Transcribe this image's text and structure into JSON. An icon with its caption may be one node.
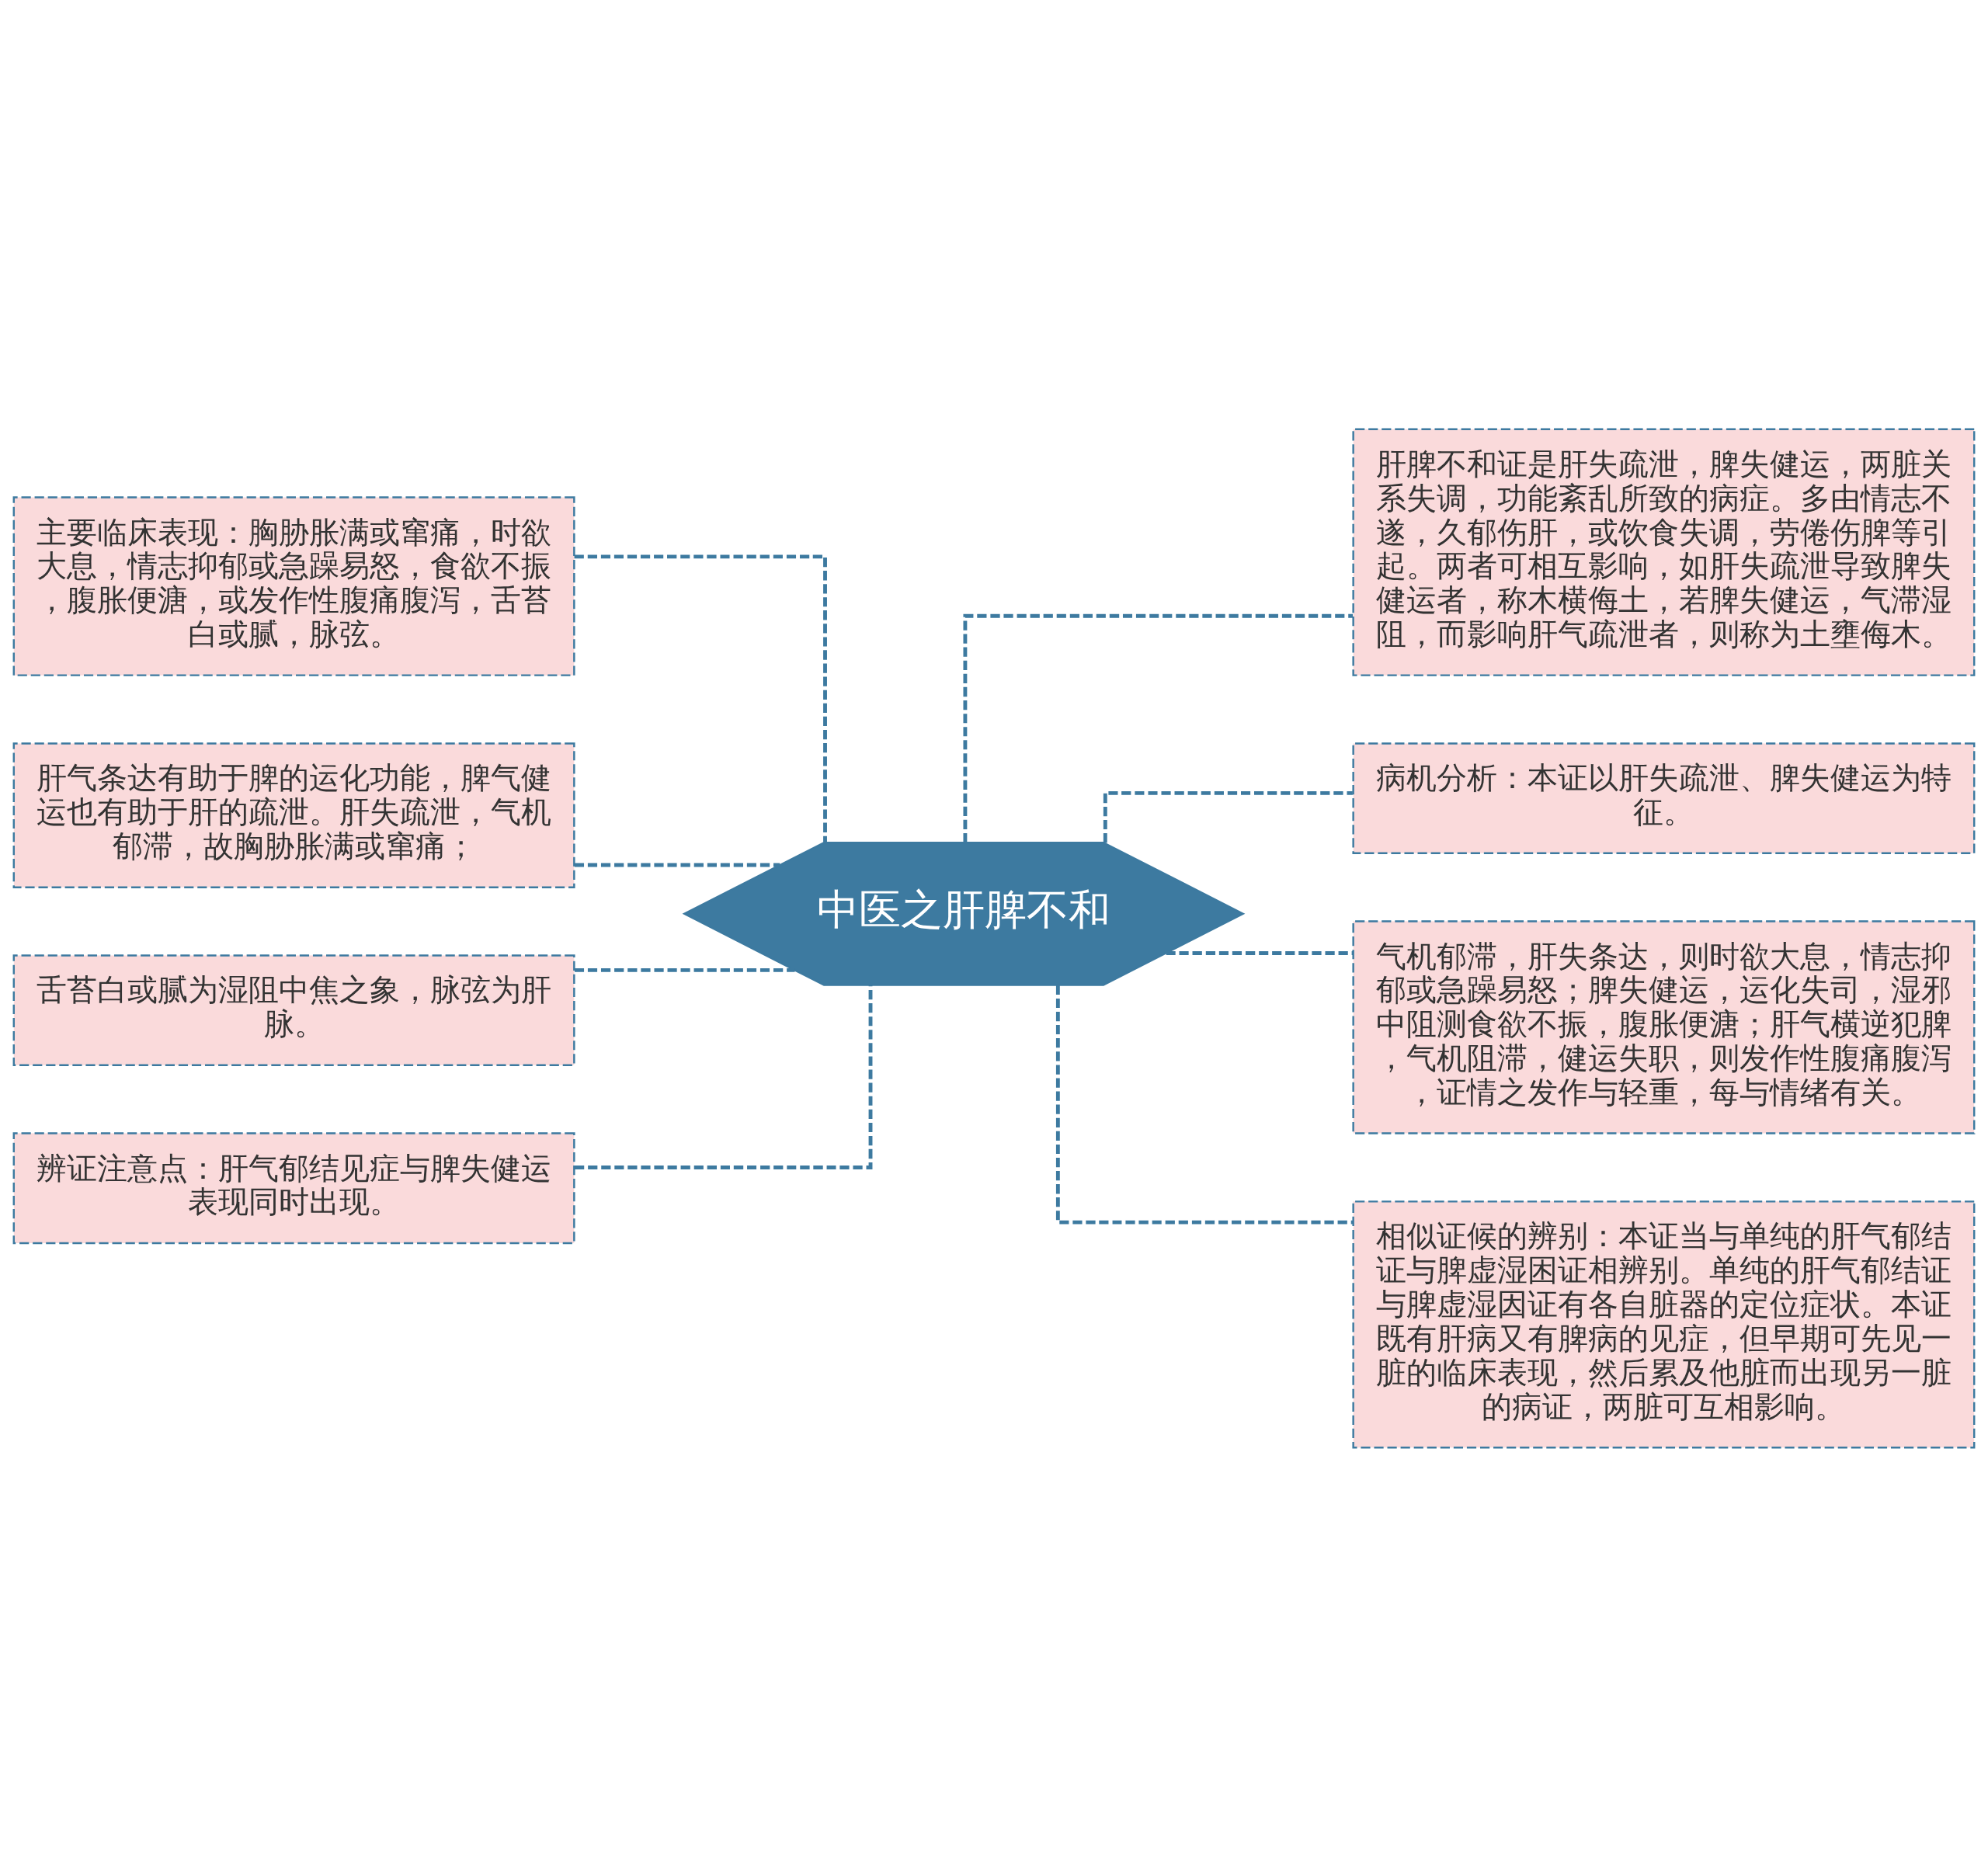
{
  "diagram": {
    "nodes": [
      {
        "text": [
          "中医之肝脾不和"
        ]
      },
      {
        "text": [
          "主要临床表现：胸胁胀满或窜痛，时欲大息，情志抑郁或急躁易怒，食欲不振，腹胀便溏，或发作性腹痛腹泻，舌苔白或腻，脉弦。"
        ]
      },
      {
        "text": [
          "肝气条达有助于脾的运化功能，脾气健运也有助于肝的疏泄。肝失疏泄，气机郁滞，故胸胁胀满或窜痛；"
        ]
      },
      {
        "text": [
          "舌苔白或腻为湿阻中焦之象，脉弦为肝脉。"
        ]
      },
      {
        "text": [
          "辨证注意点：肝气郁结见症与脾失健运表现同时出现。"
        ]
      },
      {
        "text": [
          "肝脾不和证是肝失疏泄，脾失健运，两脏关系失调，功能紊乱所致的病症。多由情志不遂，久郁伤肝，或饮食失调，劳倦伤脾等引起。两者可相互影响，如肝失疏泄导致脾失健运者，称木横侮土，若脾失健运，气滞湿阻，而影响肝气疏泄者，则称为土壅侮木。"
        ]
      },
      {
        "text": [
          "病机分析：本证以肝失疏泄、脾失健运为特征。"
        ]
      },
      {
        "text": [
          "气机郁滞，肝失条达，则时欲大息，情志抑郁或急躁易怒；脾失健运，运化失司，湿邪中阻测食欲不振，腹胀便溏；肝气横逆犯脾，气机阻滞，健运失职，则发作性腹痛腹泻，证情之发作与轻重，每与情绪有关。"
        ]
      },
      {
        "text": [
          "相似证候的辨别：本证当与单纯的肝气郁结证与脾虚湿困证相辨别。单纯的肝气郁结证与脾虚湿因证有各自脏器的定位症状。本证既有肝病又有脾病的见症，但早期可先见一脏的临床表现，然后累及他脏而出现另一脏的病证，两脏可互相影响。"
        ]
      }
    ],
    "edges": [
      {
        "from": 0,
        "to": 1,
        "arrow": "none",
        "style": "dashed"
      },
      {
        "from": 0,
        "to": 2,
        "arrow": "none",
        "style": "dashed"
      },
      {
        "from": 0,
        "to": 3,
        "arrow": "none",
        "style": "dashed"
      },
      {
        "from": 0,
        "to": 4,
        "arrow": "none",
        "style": "dashed"
      },
      {
        "from": 0,
        "to": 5,
        "arrow": "none",
        "style": "dashed"
      },
      {
        "from": 0,
        "to": 6,
        "arrow": "none",
        "style": "dashed"
      },
      {
        "from": 0,
        "to": 7,
        "arrow": "none",
        "style": "dashed"
      },
      {
        "from": 0,
        "to": 8,
        "arrow": "none",
        "style": "dashed"
      }
    ]
  }
}
